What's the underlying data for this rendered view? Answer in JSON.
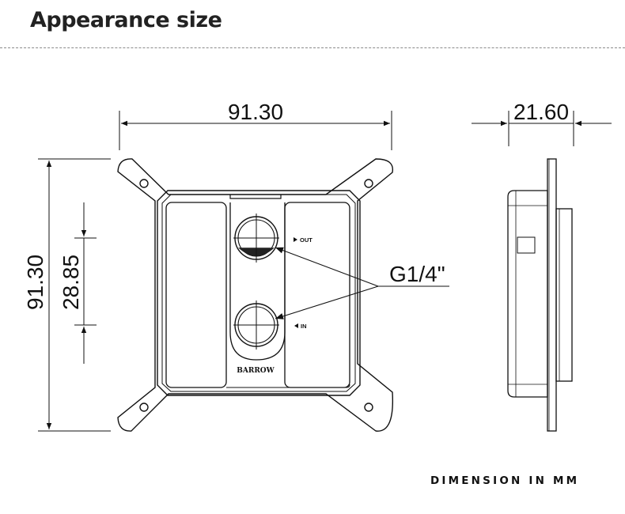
{
  "header": {
    "title": "Appearance size"
  },
  "dimensions": {
    "width": "91.30",
    "height": "91.30",
    "port_spacing": "28.85",
    "thickness": "21.60",
    "thread": "G1/4\""
  },
  "labels": {
    "out": "OUT",
    "in": "IN",
    "brand": "BARROW",
    "unit_note": "DIMENSION IN MM"
  }
}
